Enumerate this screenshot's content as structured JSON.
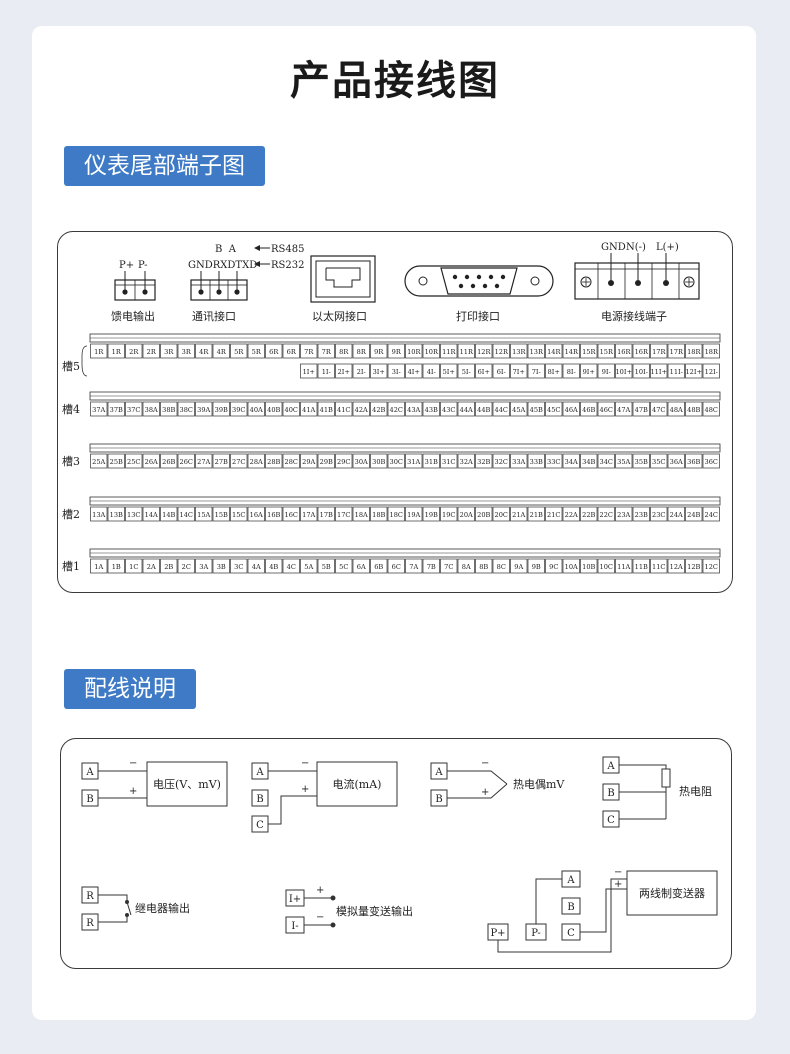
{
  "page": {
    "title": "产品接线图"
  },
  "section1": {
    "label": "仪表尾部端子图"
  },
  "section2": {
    "label": "配线说明"
  },
  "rear_panel": {
    "feed": {
      "pins": [
        "P+",
        "P-"
      ],
      "label": "馈电输出"
    },
    "comm": {
      "rs485_pins": "B  A",
      "rs485_label": "RS485",
      "rs232_pins": "GNDRXDTXD",
      "rs232_label": "RS232",
      "label": "通讯接口"
    },
    "ethernet": {
      "label": "以太网接口"
    },
    "print": {
      "label": "打印接口"
    },
    "power": {
      "pins": [
        "GND",
        "N(-)",
        "L(+)"
      ],
      "label": "电源接线端子"
    },
    "slots": [
      {
        "label": "槽5",
        "rows": [
          [
            "1R",
            "1R",
            "2R",
            "2R",
            "3R",
            "3R",
            "4R",
            "4R",
            "5R",
            "5R",
            "6R",
            "6R",
            "7R",
            "7R",
            "8R",
            "8R",
            "9R",
            "9R",
            "10R",
            "10R",
            "11R",
            "11R",
            "12R",
            "12R",
            "13R",
            "13R",
            "14R",
            "14R",
            "15R",
            "15R",
            "16R",
            "16R",
            "17R",
            "17R",
            "18R",
            "18R"
          ],
          [
            "1I+",
            "1I-",
            "2I+",
            "2I-",
            "3I+",
            "3I-",
            "4I+",
            "4I-",
            "5I+",
            "5I-",
            "6I+",
            "6I-",
            "7I+",
            "7I-",
            "8I+",
            "8I-",
            "9I+",
            "9I-",
            "10I+",
            "10I-",
            "11I+",
            "11I-",
            "12I+",
            "12I-"
          ]
        ]
      },
      {
        "label": "槽4",
        "rows": [
          [
            "37A",
            "37B",
            "37C",
            "38A",
            "38B",
            "38C",
            "39A",
            "39B",
            "39C",
            "40A",
            "40B",
            "40C",
            "41A",
            "41B",
            "41C",
            "42A",
            "42B",
            "42C",
            "43A",
            "43B",
            "43C",
            "44A",
            "44B",
            "44C",
            "45A",
            "45B",
            "45C",
            "46A",
            "46B",
            "46C",
            "47A",
            "47B",
            "47C",
            "48A",
            "48B",
            "48C"
          ]
        ]
      },
      {
        "label": "槽3",
        "rows": [
          [
            "25A",
            "25B",
            "25C",
            "26A",
            "26B",
            "26C",
            "27A",
            "27B",
            "27C",
            "28A",
            "28B",
            "28C",
            "29A",
            "29B",
            "29C",
            "30A",
            "30B",
            "30C",
            "31A",
            "31B",
            "31C",
            "32A",
            "32B",
            "32C",
            "33A",
            "33B",
            "33C",
            "34A",
            "34B",
            "34C",
            "35A",
            "35B",
            "35C",
            "36A",
            "36B",
            "36C"
          ]
        ]
      },
      {
        "label": "槽2",
        "rows": [
          [
            "13A",
            "13B",
            "13C",
            "14A",
            "14B",
            "14C",
            "15A",
            "15B",
            "15C",
            "16A",
            "16B",
            "16C",
            "17A",
            "17B",
            "17C",
            "18A",
            "18B",
            "18C",
            "19A",
            "19B",
            "19C",
            "20A",
            "20B",
            "20C",
            "21A",
            "21B",
            "21C",
            "22A",
            "22B",
            "22C",
            "23A",
            "23B",
            "23C",
            "24A",
            "24B",
            "24C"
          ]
        ]
      },
      {
        "label": "槽1",
        "rows": [
          [
            "1A",
            "1B",
            "1C",
            "2A",
            "2B",
            "2C",
            "3A",
            "3B",
            "3C",
            "4A",
            "4B",
            "4C",
            "5A",
            "5B",
            "5C",
            "6A",
            "6B",
            "6C",
            "7A",
            "7B",
            "7C",
            "8A",
            "8B",
            "8C",
            "9A",
            "9B",
            "9C",
            "10A",
            "10B",
            "10C",
            "11A",
            "11B",
            "11C",
            "12A",
            "12B",
            "12C"
          ]
        ]
      }
    ]
  },
  "wiring": {
    "voltage": {
      "label": "电压(V、mV)",
      "terminals": [
        "A",
        "B"
      ]
    },
    "current": {
      "label": "电流(mA)",
      "terminals": [
        "A",
        "B",
        "C"
      ]
    },
    "thermocouple": {
      "label": "热电偶mV",
      "terminals": [
        "A",
        "B"
      ]
    },
    "rtd": {
      "label": "热电阻",
      "terminals": [
        "A",
        "B",
        "C"
      ]
    },
    "relay": {
      "label": "继电器输出",
      "terminals": [
        "R",
        "R"
      ]
    },
    "analog": {
      "label": "模拟量变送输出",
      "terminals": [
        "I+",
        "I-"
      ]
    },
    "transmitter": {
      "label": "两线制变送器",
      "terminals": [
        "A",
        "B",
        "C",
        "P+",
        "P-"
      ]
    },
    "plus": "+",
    "minus": "−"
  }
}
